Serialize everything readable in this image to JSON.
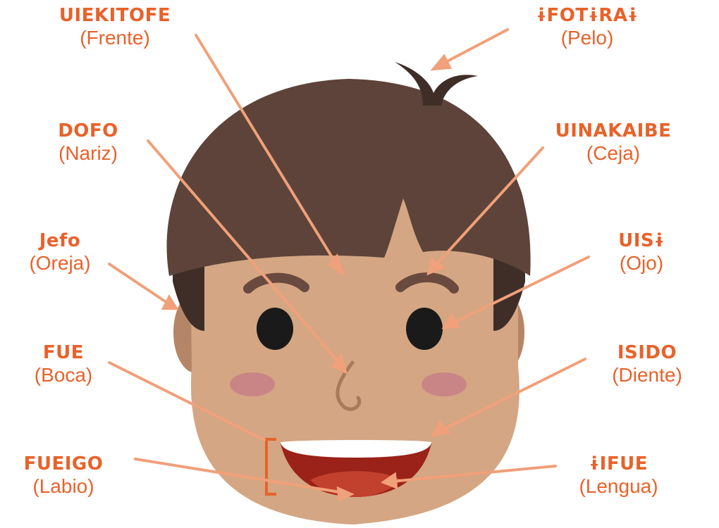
{
  "colors": {
    "accent": "#e8622a",
    "pointer": "#f0a07a",
    "hair": "#5a4038",
    "skin": "#d4a683",
    "skin_shadow": "#b58567",
    "brow": "#6a4a3e",
    "eye": "#1a1a1a",
    "cheek": "#c98585",
    "mouth": "#9a2218",
    "tongue": "#c2402e",
    "teeth": "#ffffff"
  },
  "labels": [
    {
      "id": "uiekitofe",
      "word": "UIEKITOFE",
      "translation": "(Frente)"
    },
    {
      "id": "fotrar",
      "word": "ɨFOTɨRAɨ",
      "translation": "(Pelo)"
    },
    {
      "id": "dofo",
      "word": "DOFO",
      "translation": "(Nariz)"
    },
    {
      "id": "uinakaibe",
      "word": "UINAKAIBE",
      "translation": "(Ceja)"
    },
    {
      "id": "jefo",
      "word": "Jefo",
      "translation": "(Oreja)"
    },
    {
      "id": "uisi",
      "word": "UISɨ",
      "translation": "(Ojo)"
    },
    {
      "id": "fue",
      "word": "FUE",
      "translation": "(Boca)"
    },
    {
      "id": "isido",
      "word": "ISIDO",
      "translation": "(Diente)"
    },
    {
      "id": "fueigo",
      "word": "FUEIGO",
      "translation": "(Labio)"
    },
    {
      "id": "ifue",
      "word": "ɨIFUE",
      "translation": "(Lengua)"
    }
  ]
}
